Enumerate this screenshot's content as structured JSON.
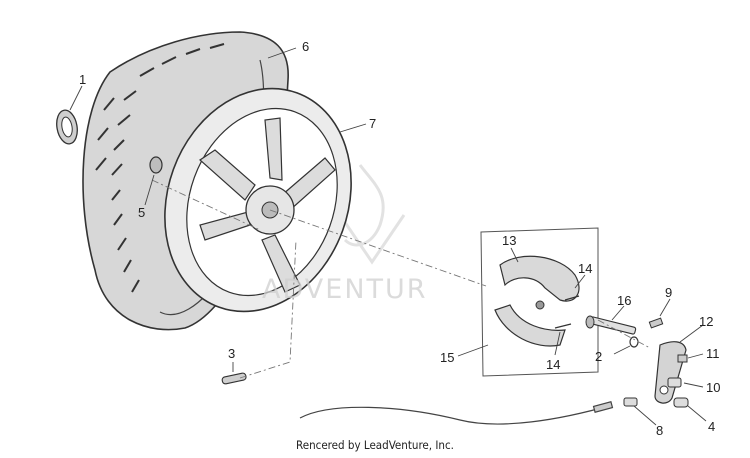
{
  "diagram": {
    "callouts": [
      {
        "id": "1",
        "text": "1"
      },
      {
        "id": "2",
        "text": "2"
      },
      {
        "id": "3",
        "text": "3"
      },
      {
        "id": "4",
        "text": "4"
      },
      {
        "id": "5",
        "text": "5"
      },
      {
        "id": "6",
        "text": "6"
      },
      {
        "id": "7",
        "text": "7"
      },
      {
        "id": "8",
        "text": "8"
      },
      {
        "id": "9",
        "text": "9"
      },
      {
        "id": "10",
        "text": "10"
      },
      {
        "id": "11",
        "text": "11"
      },
      {
        "id": "12",
        "text": "12"
      },
      {
        "id": "13",
        "text": "13"
      },
      {
        "id": "14a",
        "text": "14"
      },
      {
        "id": "14b",
        "text": "14"
      },
      {
        "id": "15",
        "text": "15"
      },
      {
        "id": "16",
        "text": "16"
      }
    ],
    "watermark": "ADVENTUR",
    "credit": "Rencered by LeadVenture, Inc."
  }
}
